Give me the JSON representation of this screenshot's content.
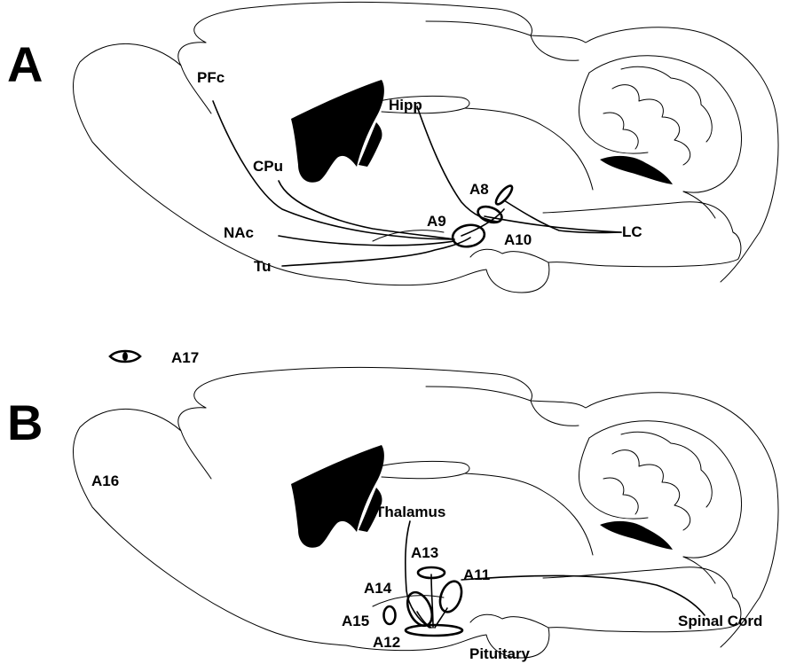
{
  "panel_a": {
    "letter": "A",
    "labels": {
      "pfc": "PFc",
      "hipp": "Hipp",
      "cpu": "CPu",
      "a8": "A8",
      "a9": "A9",
      "nac": "NAc",
      "a10": "A10",
      "lc": "LC",
      "tu": "Tu"
    }
  },
  "legend": {
    "label": "A17",
    "icon": "eye-icon"
  },
  "panel_b": {
    "letter": "B",
    "labels": {
      "a16": "A16",
      "thalamus": "Thalamus",
      "a13": "A13",
      "a14": "A14",
      "a11": "A11",
      "a15": "A15",
      "a12": "A12",
      "spinal_cord": "Spinal Cord",
      "pituitary": "Pituitary"
    }
  }
}
